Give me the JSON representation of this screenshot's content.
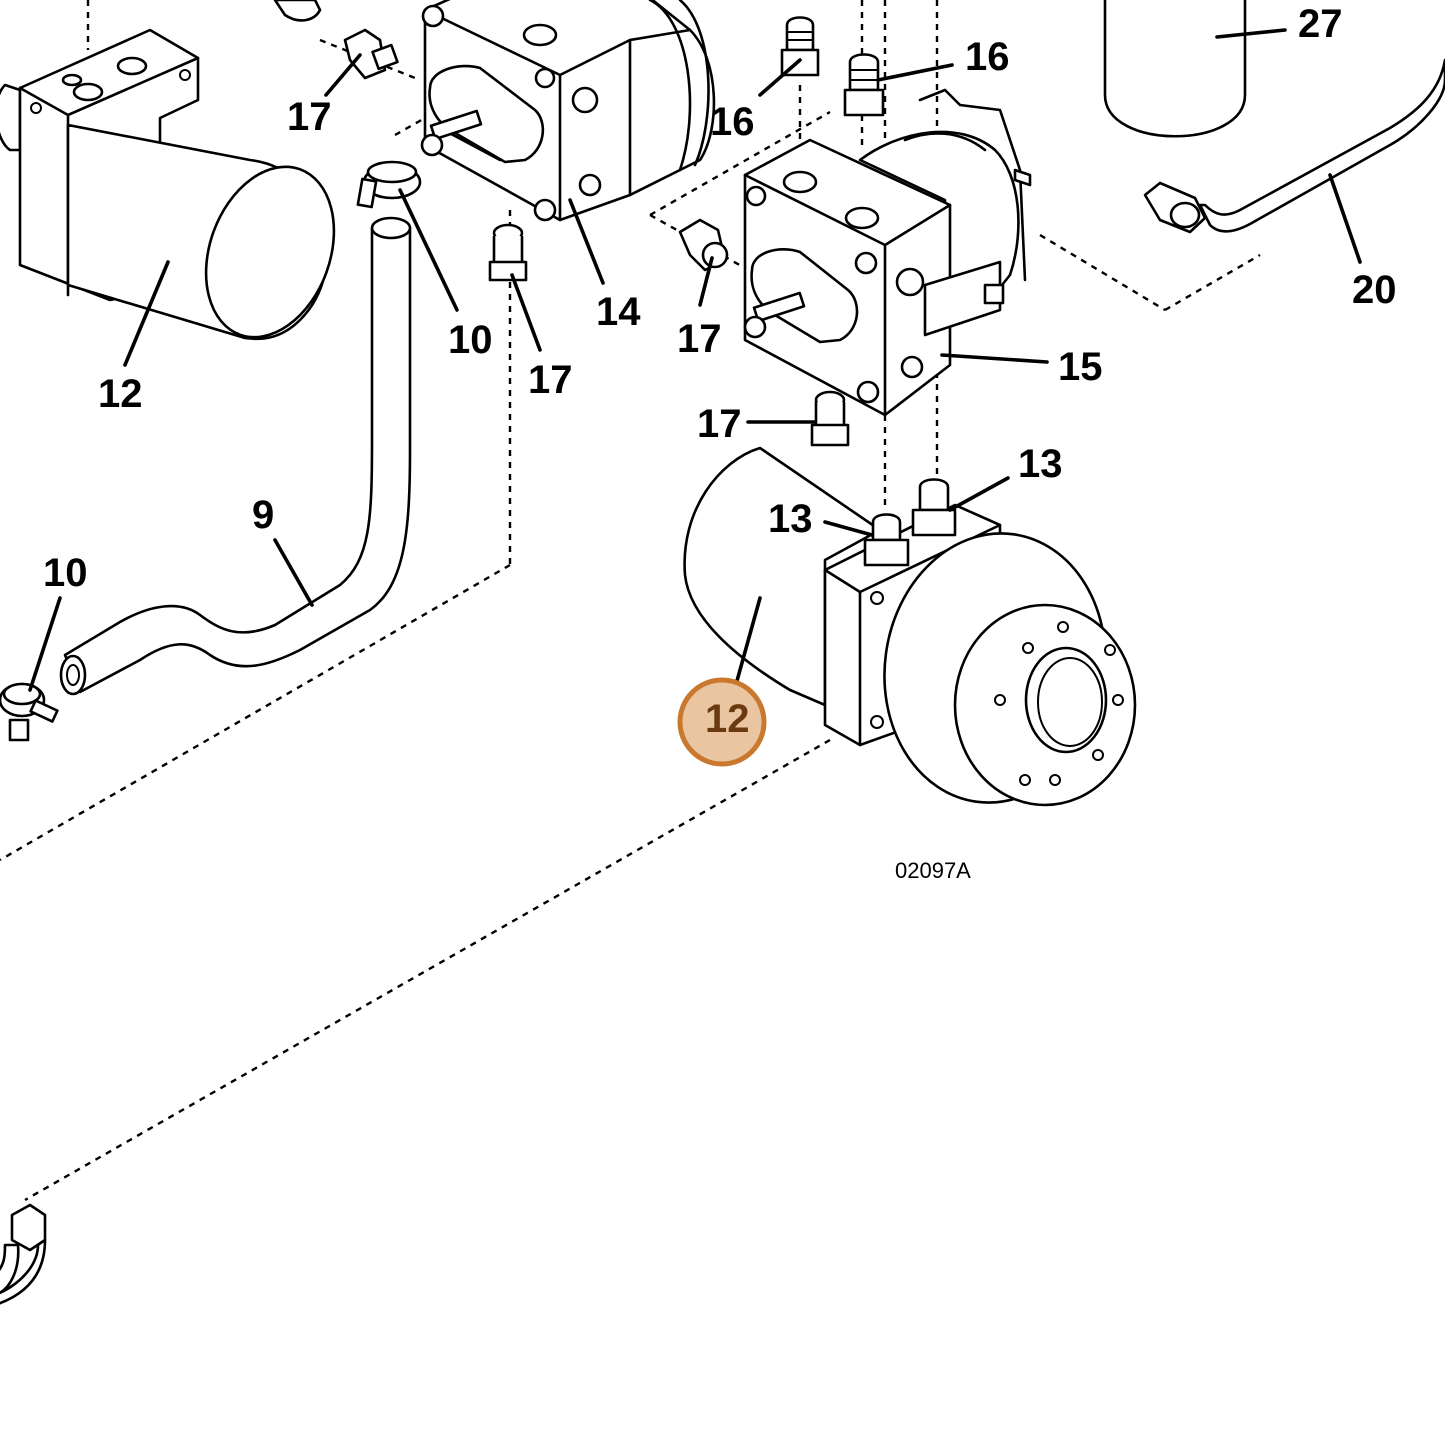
{
  "figure_code": "02097A",
  "highlight": {
    "label": "12",
    "fill": "#e9c6a1",
    "stroke": "#c9782e"
  },
  "callouts": [
    {
      "id": "c-27",
      "text": "27"
    },
    {
      "id": "c-16a",
      "text": "16"
    },
    {
      "id": "c-16b",
      "text": "16"
    },
    {
      "id": "c-17a",
      "text": "17"
    },
    {
      "id": "c-17b",
      "text": "17"
    },
    {
      "id": "c-17c",
      "text": "17"
    },
    {
      "id": "c-17d",
      "text": "17"
    },
    {
      "id": "c-14",
      "text": "14"
    },
    {
      "id": "c-10a",
      "text": "10"
    },
    {
      "id": "c-10b",
      "text": "10"
    },
    {
      "id": "c-12a",
      "text": "12"
    },
    {
      "id": "c-15",
      "text": "15"
    },
    {
      "id": "c-20",
      "text": "20"
    },
    {
      "id": "c-13a",
      "text": "13"
    },
    {
      "id": "c-13b",
      "text": "13"
    },
    {
      "id": "c-9",
      "text": "9"
    }
  ]
}
